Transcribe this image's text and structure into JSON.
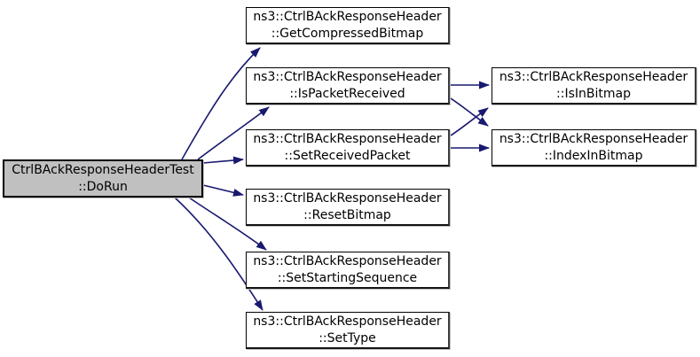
{
  "diagram": {
    "type": "call_graph",
    "background": "#ffffff",
    "edge_color": "#191970",
    "node_fill": "#ffffff",
    "node_border_color": "#000000",
    "focus_node_fill": "#c0c0c0",
    "nodes": [
      {
        "id": "dorun",
        "line1": "CtrlBAckResponseHeaderTest",
        "line2": "::DoRun",
        "focused": true
      },
      {
        "id": "get-compressed-bitmap",
        "line1": "ns3::CtrlBAckResponseHeader",
        "line2": "::GetCompressedBitmap"
      },
      {
        "id": "is-packet-received",
        "line1": "ns3::CtrlBAckResponseHeader",
        "line2": "::IsPacketReceived"
      },
      {
        "id": "set-received-packet",
        "line1": "ns3::CtrlBAckResponseHeader",
        "line2": "::SetReceivedPacket"
      },
      {
        "id": "reset-bitmap",
        "line1": "ns3::CtrlBAckResponseHeader",
        "line2": "::ResetBitmap"
      },
      {
        "id": "set-starting-sequence",
        "line1": "ns3::CtrlBAckResponseHeader",
        "line2": "::SetStartingSequence"
      },
      {
        "id": "set-type",
        "line1": "ns3::CtrlBAckResponseHeader",
        "line2": "::SetType"
      },
      {
        "id": "is-in-bitmap",
        "line1": "ns3::CtrlBAckResponseHeader",
        "line2": "::IsInBitmap"
      },
      {
        "id": "index-in-bitmap",
        "line1": "ns3::CtrlBAckResponseHeader",
        "line2": "::IndexInBitmap"
      }
    ],
    "edges": [
      {
        "from": "dorun",
        "to": "get-compressed-bitmap"
      },
      {
        "from": "dorun",
        "to": "is-packet-received"
      },
      {
        "from": "dorun",
        "to": "set-received-packet"
      },
      {
        "from": "dorun",
        "to": "reset-bitmap"
      },
      {
        "from": "dorun",
        "to": "set-starting-sequence"
      },
      {
        "from": "dorun",
        "to": "set-type"
      },
      {
        "from": "is-packet-received",
        "to": "is-in-bitmap"
      },
      {
        "from": "is-packet-received",
        "to": "index-in-bitmap"
      },
      {
        "from": "set-received-packet",
        "to": "is-in-bitmap"
      },
      {
        "from": "set-received-packet",
        "to": "index-in-bitmap"
      }
    ]
  }
}
